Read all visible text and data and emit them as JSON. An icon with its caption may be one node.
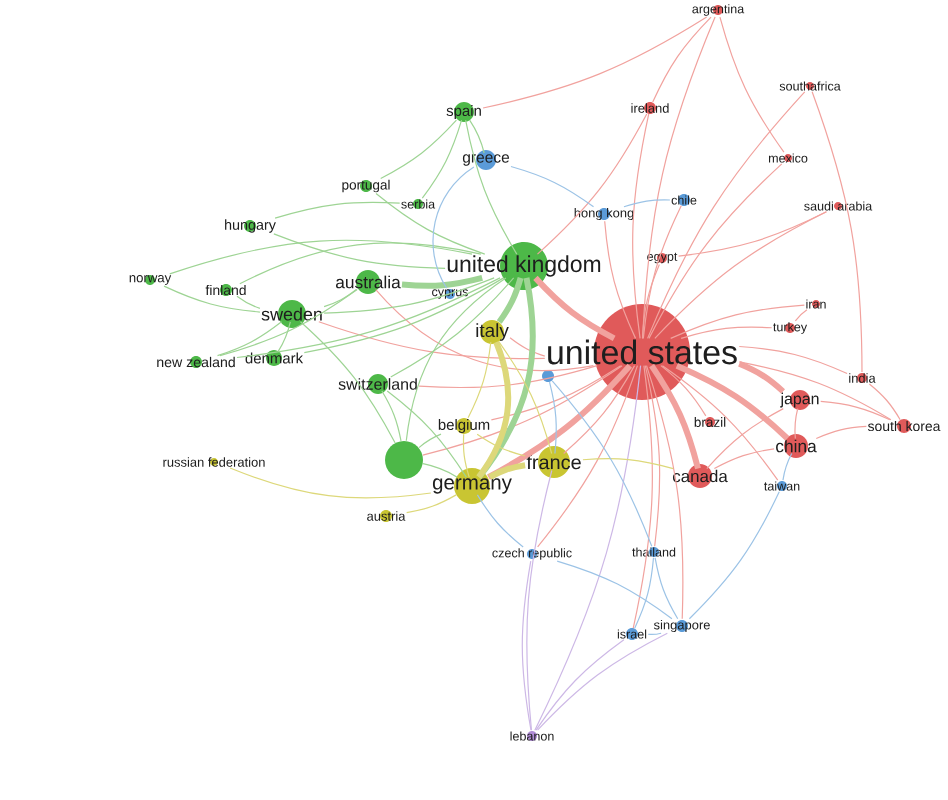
{
  "diagram": {
    "nodes": [
      {
        "text": [
          "argentina"
        ]
      },
      {
        "text": [
          "southafrica"
        ]
      },
      {
        "text": [
          "spain"
        ]
      },
      {
        "text": [
          "ireland"
        ]
      },
      {
        "text": [
          "greece"
        ]
      },
      {
        "text": [
          "mexico"
        ]
      },
      {
        "text": [
          "portugal"
        ]
      },
      {
        "text": [
          "chile"
        ]
      },
      {
        "text": [
          "saudi arabia"
        ]
      },
      {
        "text": [
          "serbia"
        ]
      },
      {
        "text": [
          "hong kong"
        ]
      },
      {
        "text": [
          "hungary"
        ]
      },
      {
        "text": [
          "egypt"
        ]
      },
      {
        "text": [
          "united kingdom"
        ]
      },
      {
        "text": [
          "norway"
        ]
      },
      {
        "text": [
          "australia"
        ]
      },
      {
        "text": [
          "finland"
        ]
      },
      {
        "text": [
          "cyprus"
        ]
      },
      {
        "text": [
          "iran"
        ]
      },
      {
        "text": [
          "sweden"
        ]
      },
      {
        "text": [
          "turkey"
        ]
      },
      {
        "text": [
          "italy"
        ]
      },
      {
        "text": [
          "united states"
        ]
      },
      {
        "text": [
          "denmark"
        ]
      },
      {
        "text": [
          "new zealand"
        ]
      },
      {
        "text": [
          "india"
        ]
      },
      {
        "text": [],
        "shape": "circle"
      },
      {
        "text": [
          "switzerland"
        ]
      },
      {
        "text": [
          "japan"
        ]
      },
      {
        "text": [
          "brazil"
        ]
      },
      {
        "text": [
          "belgium"
        ]
      },
      {
        "text": [
          "south korea"
        ]
      },
      {
        "text": [
          "china"
        ]
      },
      {
        "text": [],
        "shape": "circle"
      },
      {
        "text": [
          "france"
        ]
      },
      {
        "text": [
          "russian federation"
        ]
      },
      {
        "text": [
          "canada"
        ]
      },
      {
        "text": [
          "germany"
        ]
      },
      {
        "text": [
          "taiwan"
        ]
      },
      {
        "text": [
          "austria"
        ]
      },
      {
        "text": [
          "thailand"
        ]
      },
      {
        "text": [
          "czech republic"
        ]
      },
      {
        "text": [
          "singapore"
        ]
      },
      {
        "text": [
          "israel"
        ]
      },
      {
        "text": [
          "lebanon"
        ]
      }
    ],
    "edges": [
      {
        "from": 22,
        "to": 0,
        "arrow": "none"
      },
      {
        "from": 22,
        "to": 1,
        "arrow": "none"
      },
      {
        "from": 22,
        "to": 3,
        "arrow": "none"
      },
      {
        "from": 22,
        "to": 5,
        "arrow": "none"
      },
      {
        "from": 22,
        "to": 8,
        "arrow": "none"
      },
      {
        "from": 22,
        "to": 12,
        "arrow": "none"
      },
      {
        "from": 22,
        "to": 18,
        "arrow": "none"
      },
      {
        "from": 22,
        "to": 20,
        "arrow": "none"
      },
      {
        "from": 22,
        "to": 25,
        "arrow": "none"
      },
      {
        "from": 22,
        "to": 28,
        "arrow": "none",
        "style": "thick"
      },
      {
        "from": 22,
        "to": 29,
        "arrow": "none"
      },
      {
        "from": 22,
        "to": 31,
        "arrow": "none"
      },
      {
        "from": 22,
        "to": 32,
        "arrow": "none",
        "style": "thick"
      },
      {
        "from": 22,
        "to": 36,
        "arrow": "none",
        "style": "thick"
      },
      {
        "from": 22,
        "to": 13,
        "arrow": "none",
        "style": "thick"
      },
      {
        "from": 22,
        "to": 21,
        "arrow": "none"
      },
      {
        "from": 22,
        "to": 37,
        "arrow": "none",
        "style": "thick"
      },
      {
        "from": 22,
        "to": 34,
        "arrow": "none"
      },
      {
        "from": 22,
        "to": 15,
        "arrow": "none"
      },
      {
        "from": 22,
        "to": 41,
        "arrow": "none"
      },
      {
        "from": 22,
        "to": 44,
        "arrow": "none",
        "color": "#cdb8e6"
      },
      {
        "from": 22,
        "to": 10,
        "arrow": "none"
      },
      {
        "from": 22,
        "to": 7,
        "arrow": "none"
      },
      {
        "from": 22,
        "to": 38,
        "arrow": "none"
      },
      {
        "from": 22,
        "to": 40,
        "arrow": "none"
      },
      {
        "from": 22,
        "to": 42,
        "arrow": "none"
      },
      {
        "from": 22,
        "to": 43,
        "arrow": "none"
      },
      {
        "from": 22,
        "to": 19,
        "arrow": "none"
      },
      {
        "from": 22,
        "to": 27,
        "arrow": "none"
      },
      {
        "from": 22,
        "to": 30,
        "arrow": "none"
      },
      {
        "from": 22,
        "to": 33,
        "arrow": "none"
      },
      {
        "from": 32,
        "to": 28,
        "arrow": "none"
      },
      {
        "from": 32,
        "to": 31,
        "arrow": "none"
      },
      {
        "from": 28,
        "to": 31,
        "arrow": "none"
      },
      {
        "from": 36,
        "to": 32,
        "arrow": "none"
      },
      {
        "from": 36,
        "to": 28,
        "arrow": "none"
      },
      {
        "from": 3,
        "to": 13,
        "arrow": "none"
      },
      {
        "from": 25,
        "to": 31,
        "arrow": "none"
      },
      {
        "from": 0,
        "to": 2,
        "arrow": "none"
      },
      {
        "from": 3,
        "to": 0,
        "arrow": "none"
      },
      {
        "from": 8,
        "to": 12,
        "arrow": "none"
      },
      {
        "from": 5,
        "to": 0,
        "arrow": "none"
      },
      {
        "from": 1,
        "to": 25,
        "arrow": "none"
      },
      {
        "from": 20,
        "to": 18,
        "arrow": "none"
      },
      {
        "from": 13,
        "to": 2,
        "arrow": "none",
        "color": "#9ed494"
      },
      {
        "from": 13,
        "to": 15,
        "arrow": "none",
        "style": "thick",
        "color": "#9ed494"
      },
      {
        "from": 13,
        "to": 19,
        "arrow": "none",
        "color": "#9ed494"
      },
      {
        "from": 13,
        "to": 21,
        "arrow": "none",
        "style": "thick",
        "color": "#9ed494"
      },
      {
        "from": 13,
        "to": 37,
        "arrow": "none",
        "style": "thick",
        "color": "#9ed494"
      },
      {
        "from": 13,
        "to": 27,
        "arrow": "none",
        "color": "#9ed494"
      },
      {
        "from": 13,
        "to": 6,
        "arrow": "none",
        "color": "#9ed494"
      },
      {
        "from": 13,
        "to": 11,
        "arrow": "none",
        "color": "#9ed494"
      },
      {
        "from": 13,
        "to": 14,
        "arrow": "none",
        "color": "#9ed494"
      },
      {
        "from": 13,
        "to": 16,
        "arrow": "none",
        "color": "#9ed494"
      },
      {
        "from": 13,
        "to": 23,
        "arrow": "none",
        "color": "#9ed494"
      },
      {
        "from": 13,
        "to": 24,
        "arrow": "none",
        "color": "#9ed494"
      },
      {
        "from": 13,
        "to": 33,
        "arrow": "none",
        "color": "#9ed494"
      },
      {
        "from": 19,
        "to": 14,
        "arrow": "none",
        "color": "#9ed494"
      },
      {
        "from": 19,
        "to": 16,
        "arrow": "none",
        "color": "#9ed494"
      },
      {
        "from": 19,
        "to": 23,
        "arrow": "none",
        "color": "#9ed494"
      },
      {
        "from": 19,
        "to": 33,
        "arrow": "none",
        "color": "#9ed494"
      },
      {
        "from": 19,
        "to": 24,
        "arrow": "none",
        "color": "#9ed494"
      },
      {
        "from": 2,
        "to": 9,
        "arrow": "none",
        "color": "#9ed494"
      },
      {
        "from": 2,
        "to": 6,
        "arrow": "none",
        "color": "#9ed494"
      },
      {
        "from": 15,
        "to": 24,
        "arrow": "none",
        "color": "#9ed494"
      },
      {
        "from": 27,
        "to": 37,
        "arrow": "none",
        "color": "#9ed494"
      },
      {
        "from": 33,
        "to": 30,
        "arrow": "none",
        "color": "#9ed494"
      },
      {
        "from": 33,
        "to": 37,
        "arrow": "none",
        "color": "#9ed494"
      },
      {
        "from": 11,
        "to": 9,
        "arrow": "none",
        "color": "#9ed494"
      },
      {
        "from": 2,
        "to": 4,
        "arrow": "none",
        "color": "#9ed494"
      },
      {
        "from": 15,
        "to": 19,
        "arrow": "none",
        "color": "#9ed494"
      },
      {
        "from": 27,
        "to": 33,
        "arrow": "none",
        "color": "#9ed494"
      },
      {
        "from": 21,
        "to": 37,
        "arrow": "none",
        "style": "thick",
        "color": "#ddd87a"
      },
      {
        "from": 21,
        "to": 34,
        "arrow": "none",
        "color": "#ddd87a"
      },
      {
        "from": 37,
        "to": 34,
        "arrow": "none",
        "style": "thick",
        "color": "#ddd87a"
      },
      {
        "from": 37,
        "to": 39,
        "arrow": "none",
        "color": "#ddd87a"
      },
      {
        "from": 37,
        "to": 30,
        "arrow": "none",
        "color": "#ddd87a"
      },
      {
        "from": 34,
        "to": 30,
        "arrow": "none",
        "color": "#ddd87a"
      },
      {
        "from": 35,
        "to": 37,
        "arrow": "none",
        "color": "#ddd87a"
      },
      {
        "from": 21,
        "to": 30,
        "arrow": "none",
        "color": "#ddd87a"
      },
      {
        "from": 34,
        "to": 36,
        "arrow": "none",
        "color": "#ddd87a"
      },
      {
        "from": 4,
        "to": 10,
        "arrow": "none",
        "color": "#9cc3e6"
      },
      {
        "from": 4,
        "to": 17,
        "arrow": "none",
        "color": "#9cc3e6"
      },
      {
        "from": 10,
        "to": 7,
        "arrow": "none",
        "color": "#9cc3e6"
      },
      {
        "from": 42,
        "to": 43,
        "arrow": "none",
        "color": "#9cc3e6"
      },
      {
        "from": 42,
        "to": 40,
        "arrow": "none",
        "color": "#9cc3e6"
      },
      {
        "from": 40,
        "to": 43,
        "arrow": "none",
        "color": "#9cc3e6"
      },
      {
        "from": 41,
        "to": 42,
        "arrow": "none",
        "color": "#9cc3e6"
      },
      {
        "from": 38,
        "to": 42,
        "arrow": "none",
        "color": "#9cc3e6"
      },
      {
        "from": 26,
        "to": 34,
        "arrow": "none",
        "color": "#9cc3e6"
      },
      {
        "from": 26,
        "to": 40,
        "arrow": "none",
        "color": "#9cc3e6"
      },
      {
        "from": 41,
        "to": 37,
        "arrow": "none",
        "color": "#9cc3e6"
      },
      {
        "from": 38,
        "to": 32,
        "arrow": "none",
        "color": "#9cc3e6"
      },
      {
        "from": 44,
        "to": 41,
        "arrow": "none",
        "color": "#cdb8e6"
      },
      {
        "from": 44,
        "to": 34,
        "arrow": "none",
        "color": "#cdb8e6"
      },
      {
        "from": 44,
        "to": 43,
        "arrow": "none",
        "color": "#cdb8e6"
      },
      {
        "from": 44,
        "to": 42,
        "arrow": "none",
        "color": "#cdb8e6"
      }
    ]
  }
}
